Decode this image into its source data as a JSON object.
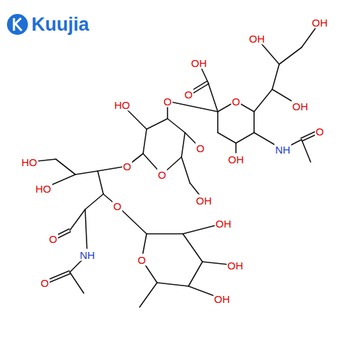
{
  "diagram": {
    "labels": [
      "Kuujia",
      "OH",
      "O",
      "O",
      "OH",
      "OH",
      "OH",
      "O",
      "NH",
      "OH",
      "HO",
      "O",
      "HO",
      "O",
      "O",
      "O",
      "HO",
      "OH",
      "O",
      "O",
      "NH",
      "O",
      "O",
      "OH",
      "OH",
      "OH"
    ]
  }
}
